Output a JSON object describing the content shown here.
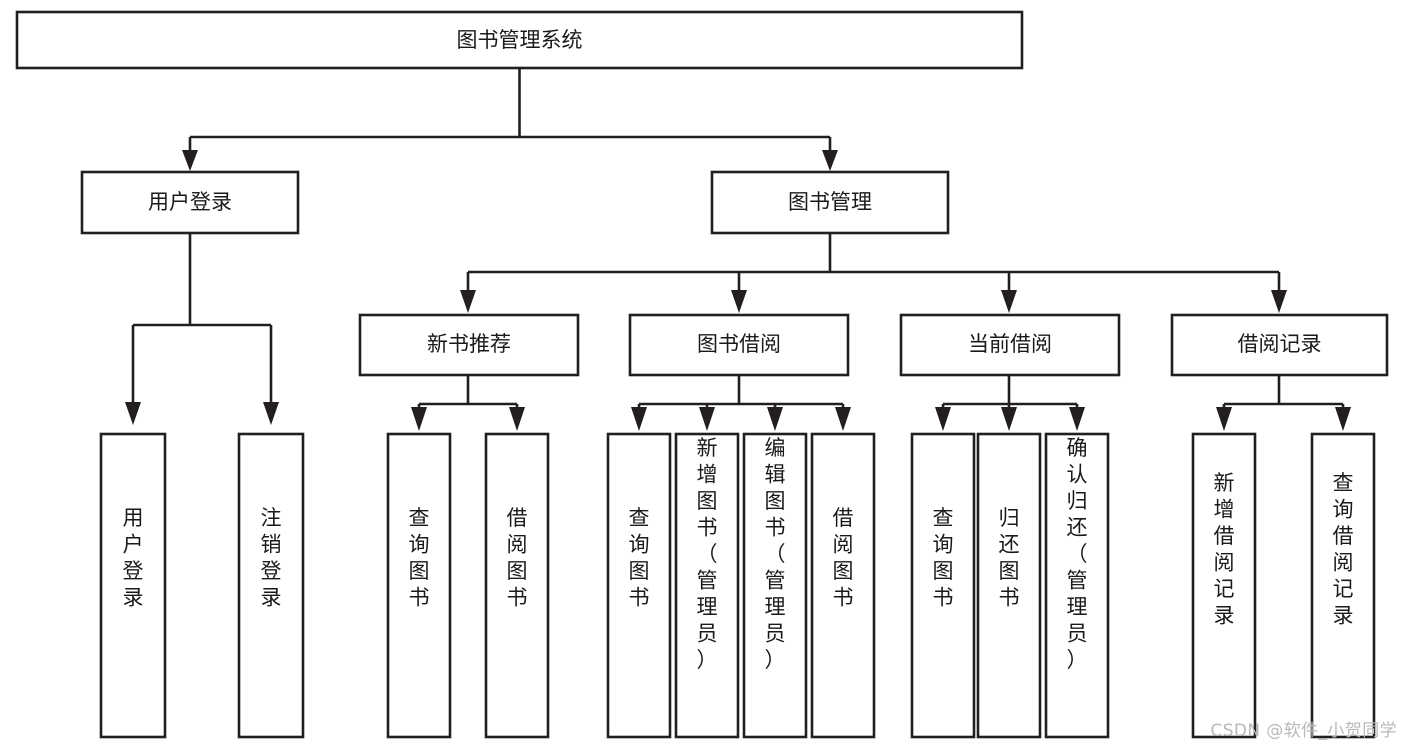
{
  "diagram": {
    "title": "图书管理系统",
    "type": "tree-hierarchy",
    "watermark": "CSDN @软件_小贺同学",
    "root": {
      "id": "root",
      "label": "图书管理系统",
      "orientation": "horizontal"
    },
    "level2": [
      {
        "id": "user-login",
        "label": "用户登录",
        "orientation": "horizontal"
      },
      {
        "id": "book-manage",
        "label": "图书管理",
        "orientation": "horizontal"
      }
    ],
    "level3": [
      {
        "id": "new-book-rec",
        "label": "新书推荐",
        "orientation": "horizontal",
        "parent": "book-manage"
      },
      {
        "id": "book-borrow",
        "label": "图书借阅",
        "orientation": "horizontal",
        "parent": "book-manage"
      },
      {
        "id": "current-borrow",
        "label": "当前借阅",
        "orientation": "horizontal",
        "parent": "book-manage"
      },
      {
        "id": "borrow-record",
        "label": "借阅记录",
        "orientation": "horizontal",
        "parent": "book-manage"
      }
    ],
    "leaves": [
      {
        "id": "leaf-user-login",
        "label": "用户登录",
        "orientation": "vertical",
        "parent": "user-login"
      },
      {
        "id": "leaf-user-logout",
        "label": "注销登录",
        "orientation": "vertical",
        "parent": "user-login"
      },
      {
        "id": "leaf-query-book-1",
        "label": "查询图书",
        "orientation": "vertical",
        "parent": "new-book-rec"
      },
      {
        "id": "leaf-borrow-book-1",
        "label": "借阅图书",
        "orientation": "vertical",
        "parent": "new-book-rec"
      },
      {
        "id": "leaf-query-book-2",
        "label": "查询图书",
        "orientation": "vertical",
        "parent": "book-borrow"
      },
      {
        "id": "leaf-add-book",
        "label": "新增图书（管理员）",
        "orientation": "vertical",
        "parent": "book-borrow"
      },
      {
        "id": "leaf-edit-book",
        "label": "编辑图书（管理员）",
        "orientation": "vertical",
        "parent": "book-borrow"
      },
      {
        "id": "leaf-borrow-book-2",
        "label": "借阅图书",
        "orientation": "vertical",
        "parent": "book-borrow"
      },
      {
        "id": "leaf-query-book-3",
        "label": "查询图书",
        "orientation": "vertical",
        "parent": "current-borrow"
      },
      {
        "id": "leaf-return-book",
        "label": "归还图书",
        "orientation": "vertical",
        "parent": "current-borrow"
      },
      {
        "id": "leaf-confirm-return",
        "label": "确认归还（管理员）",
        "orientation": "vertical",
        "parent": "current-borrow"
      },
      {
        "id": "leaf-add-record",
        "label": "新增借阅记录",
        "orientation": "vertical",
        "parent": "borrow-record"
      },
      {
        "id": "leaf-query-record",
        "label": "查询借阅记录",
        "orientation": "vertical",
        "parent": "borrow-record"
      }
    ],
    "colors": {
      "stroke": "#231f20",
      "fill": "#ffffff",
      "text": "#1a1a1a",
      "watermark": "#b9b9b9"
    }
  }
}
